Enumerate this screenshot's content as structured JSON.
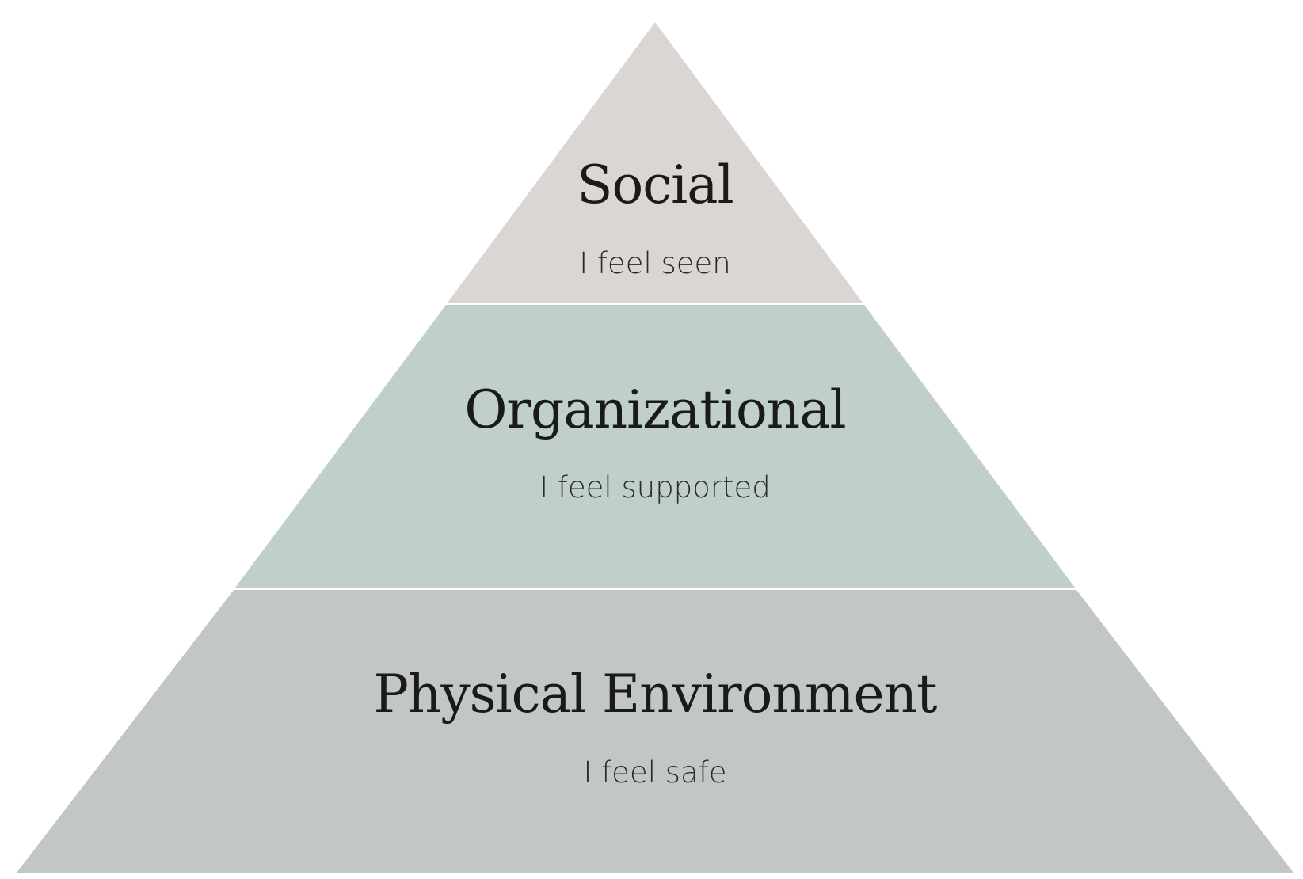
{
  "tiers": [
    {
      "title": "Social",
      "subtitle": "I feel seen",
      "color": "#dbd6d3"
    },
    {
      "title": "Organizational",
      "subtitle": "I feel supported",
      "color": "#c0cfca"
    },
    {
      "title": "Physical Environment",
      "subtitle": "I feel safe",
      "color": "#c2c7c5"
    }
  ]
}
